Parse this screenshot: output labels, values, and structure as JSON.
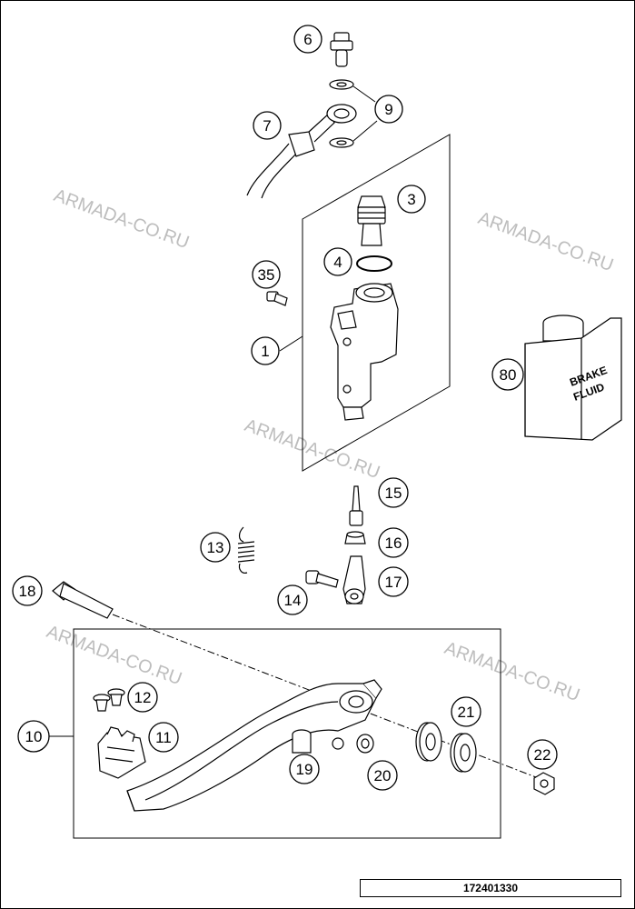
{
  "watermarks": [
    "ARMADA-CO.RU",
    "ARMADA-CO.RU",
    "ARMADA-CO.RU",
    "ARMADA-CO.RU",
    "ARMADA-CO.RU"
  ],
  "callouts": [
    "6",
    "9",
    "7",
    "3",
    "4",
    "35",
    "1",
    "80",
    "15",
    "13",
    "16",
    "18",
    "14",
    "17",
    "12",
    "21",
    "10",
    "11",
    "22",
    "19",
    "20"
  ],
  "bottle_label": [
    "BRAKE",
    "FLUID"
  ],
  "part_number": "172401330"
}
